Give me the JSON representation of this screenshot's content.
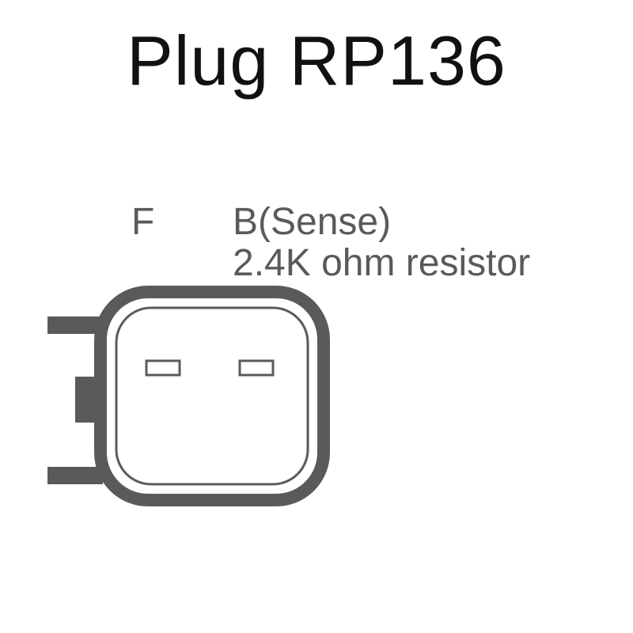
{
  "title": "Plug RP136",
  "pins": [
    {
      "id": "F",
      "label": "F"
    },
    {
      "id": "B",
      "label": "B(Sense)",
      "note": "2.4K ohm resistor"
    }
  ],
  "colors": {
    "title": "#111111",
    "labels": "#5a5a5a",
    "outline": "#5a5a5a"
  }
}
